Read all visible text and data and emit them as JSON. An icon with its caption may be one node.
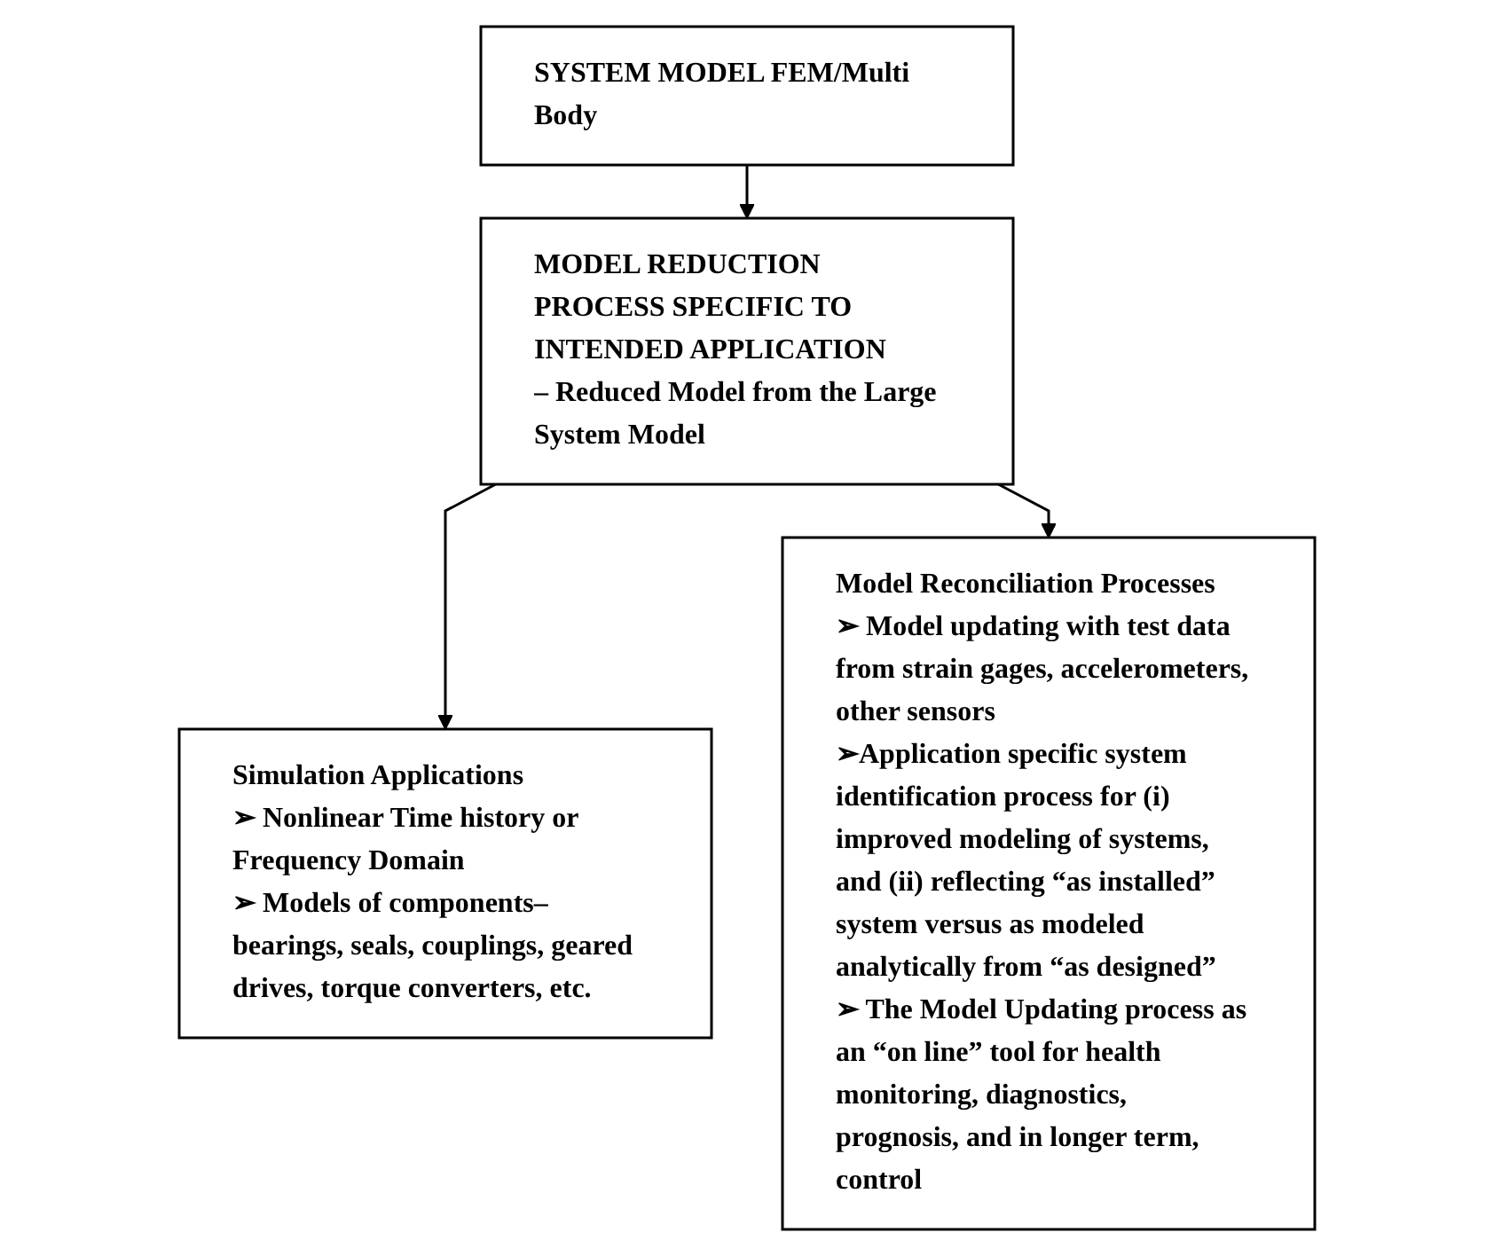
{
  "diagram": {
    "nodes": [
      {
        "text": [
          "SYSTEM MODEL FEM/Multi Body"
        ]
      },
      {
        "text": [
          "MODEL REDUCTION PROCESS SPECIFIC TO INTENDED APPLICATION",
          "– Reduced Model from the Large System Model"
        ]
      },
      {
        "text": [
          "Simulation Applications",
          "➢ Nonlinear Time history or Frequency Domain",
          "➢ Models of components– bearings, seals, couplings, geared drives, torque converters, etc."
        ]
      },
      {
        "text": [
          "Model Reconciliation Processes",
          "➢ Model updating with test data from strain gages, accelerometers, other sensors",
          "➢Application specific system identification process for (i) improved modeling of systems, and (ii) reflecting “as installed” system versus as modeled analytically from “as designed”",
          "➢ The Model Updating process as an “on line” tool for health monitoring, diagnostics, prognosis, and in longer term, control"
        ]
      }
    ],
    "edges": [
      {
        "from": 0,
        "to": 1,
        "arrow": "to"
      },
      {
        "from": 1,
        "to": 2,
        "arrow": "to"
      },
      {
        "from": 1,
        "to": 3,
        "arrow": "to"
      }
    ]
  }
}
